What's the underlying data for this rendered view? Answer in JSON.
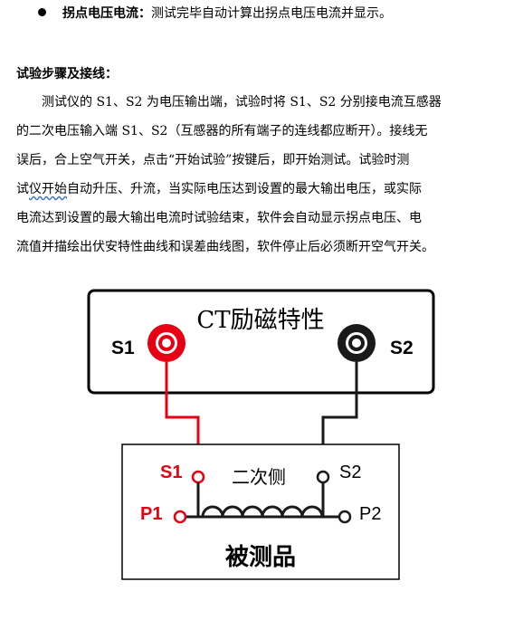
{
  "bullet": {
    "title": "拐点电压电流：",
    "text": "测试完毕自动计算出拐点电压电流并显示。"
  },
  "section": {
    "heading": "试验步骤及接线："
  },
  "paragraph": {
    "lines": [
      "测试仪的 S1、S2 为电压输出端，试验时将 S1、S2 分别接电流互感器",
      "的二次电压输入端 S1、S2（互感器的所有端子的连线都应断开）。接线无",
      "误后，合上空气开关，点击“开始试验”按键后，即开始测试。试验时测",
      "试仪开始自动升压、升流，当实际电压达到设置的最大输出电压，或实际",
      "电流达到设置的最大输出电流时试验结束，软件会自动显示拐点电压、电",
      "流值并描绘出伏安特性曲线和误差曲线图，软件停止后必须断开空气开关。"
    ],
    "line4_prefix": "试",
    "line4_squiggle": "仪开始",
    "line4_suffix": "自动升压、升流，当实际电压达到设置的最大输出电压，或实际"
  },
  "diagram": {
    "tester_title": "CT励磁特性",
    "tester_s1": "S1",
    "tester_s2": "S2",
    "dut_secondary_label": "二次侧",
    "dut_s1": "S1",
    "dut_s2": "S2",
    "dut_p1": "P1",
    "dut_p2": "P2",
    "dut_title": "被测品",
    "colors": {
      "red": "#e60012",
      "black": "#1a1a1a",
      "coil": "#222222"
    }
  }
}
